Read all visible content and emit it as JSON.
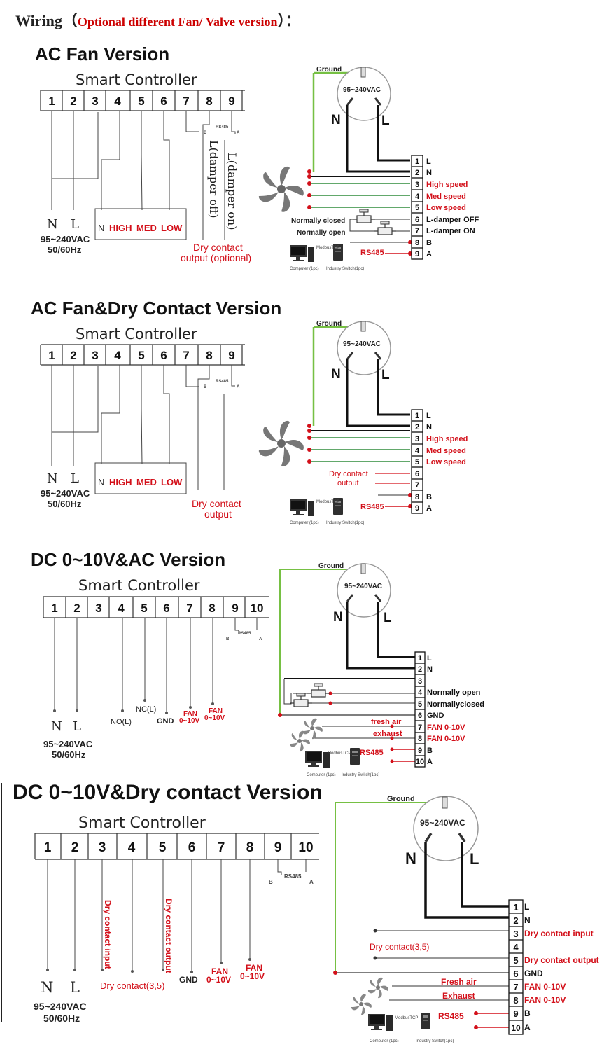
{
  "header": {
    "prefix": "Wiring",
    "open_paren": "（",
    "option": "Optional different Fan/ Valve version",
    "close_paren": "）：",
    "colon": ":"
  },
  "common": {
    "controller": "Smart Controller",
    "rs485": "RS485",
    "b": "B",
    "a": "A",
    "ground": "Ground",
    "supply": "95~240VAC",
    "n": "N",
    "l": "L",
    "voltage": "95~240VAC",
    "freq": "50/60Hz",
    "modbus": "ModbusTCP",
    "computer": "Computer (1pc)",
    "switch": "Industry Switch(1pc)"
  },
  "s1": {
    "title": "AC Fan Version",
    "terms": [
      "1",
      "2",
      "3",
      "4",
      "5",
      "6",
      "7",
      "8",
      "9"
    ],
    "n_high_med_low": [
      "N",
      "HIGH",
      "MED",
      "LOW"
    ],
    "damper_off": "L(damper off)",
    "damper_on": "L(damper on)",
    "dry1": "Dry contact",
    "dry2": "output (optional)",
    "block": [
      "1",
      "2",
      "3",
      "4",
      "5",
      "6",
      "7",
      "8",
      "9"
    ],
    "right": [
      "L",
      "N",
      "High speed",
      "Med speed",
      "Low speed",
      "L-damper OFF",
      "L-damper ON",
      "B",
      "A"
    ],
    "nc": "Normally closed",
    "no": "Normally open"
  },
  "s2": {
    "title": "AC Fan&Dry Contact Version",
    "terms": [
      "1",
      "2",
      "3",
      "4",
      "5",
      "6",
      "7",
      "8",
      "9"
    ],
    "n_high_med_low": [
      "N",
      "HIGH",
      "MED",
      "LOW"
    ],
    "dry1": "Dry contact",
    "dry2": "output",
    "block": [
      "1",
      "2",
      "3",
      "4",
      "5",
      "6",
      "7",
      "8",
      "9"
    ],
    "right": [
      "L",
      "N",
      "High speed",
      "Med speed",
      "Low speed",
      "",
      "",
      "B",
      "A"
    ],
    "dry_r1": "Dry contact",
    "dry_r2": "output"
  },
  "s3": {
    "title": "DC 0~10V&AC Version",
    "terms": [
      "1",
      "2",
      "3",
      "4",
      "5",
      "6",
      "7",
      "8",
      "9",
      "10"
    ],
    "no_l": "NO(L)",
    "nc_l": "NC(L)",
    "gnd": "GND",
    "fan": "FAN",
    "fan_range": "0~10V",
    "block": [
      "1",
      "2",
      "3",
      "4",
      "5",
      "6",
      "7",
      "8",
      "9",
      "10"
    ],
    "right": [
      "L",
      "N",
      "",
      "Normally open",
      "Normallyclosed",
      "GND",
      "FAN 0-10V",
      "FAN 0-10V",
      "B",
      "A"
    ],
    "fresh": "fresh air",
    "exhaust": "exhaust"
  },
  "s4": {
    "title": "DC 0~10V&Dry contact Version",
    "terms": [
      "1",
      "2",
      "3",
      "4",
      "5",
      "6",
      "7",
      "8",
      "9",
      "10"
    ],
    "dry_in": "Dry contact input",
    "dry_out": "Dry contact output",
    "dry35": "Dry contact(3,5)",
    "gnd": "GND",
    "fan": "FAN",
    "fan_range": "0~10V",
    "block": [
      "1",
      "2",
      "3",
      "4",
      "5",
      "6",
      "7",
      "8",
      "9",
      "10"
    ],
    "right": [
      "L",
      "N",
      "Dry contact input",
      "",
      "Dry contact output",
      "GND",
      "FAN 0-10V",
      "FAN 0-10V",
      "B",
      "A"
    ],
    "dry35_r": "Dry contact(3,5)",
    "fresh": "Fresh air",
    "exhaust": "Exhaust"
  }
}
